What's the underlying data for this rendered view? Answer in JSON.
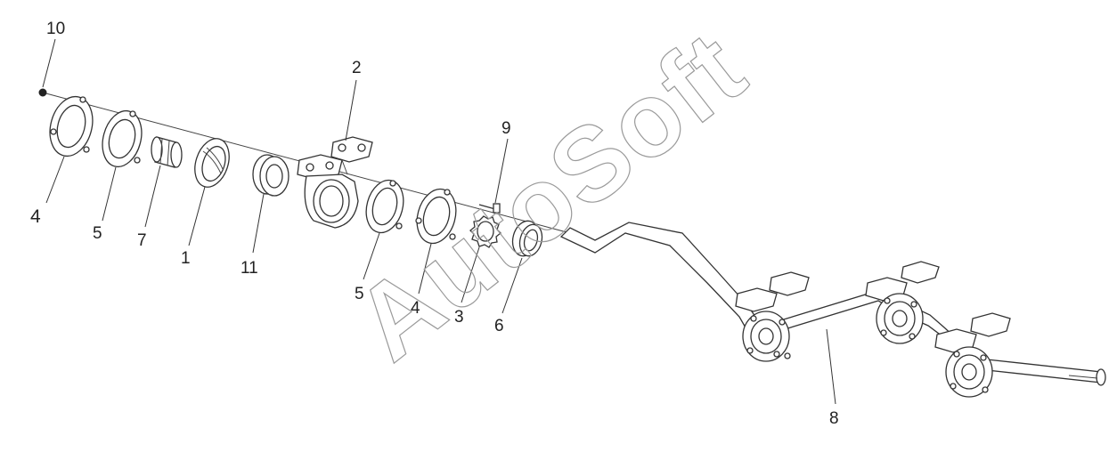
{
  "diagram": {
    "watermark": "AutoSoft",
    "callouts": {
      "c1": "1",
      "c2": "2",
      "c3": "3",
      "c4a": "4",
      "c4b": "4",
      "c5a": "5",
      "c5b": "5",
      "c6": "6",
      "c7": "7",
      "c8": "8",
      "c9": "9",
      "c10": "10",
      "c11": "11"
    }
  }
}
